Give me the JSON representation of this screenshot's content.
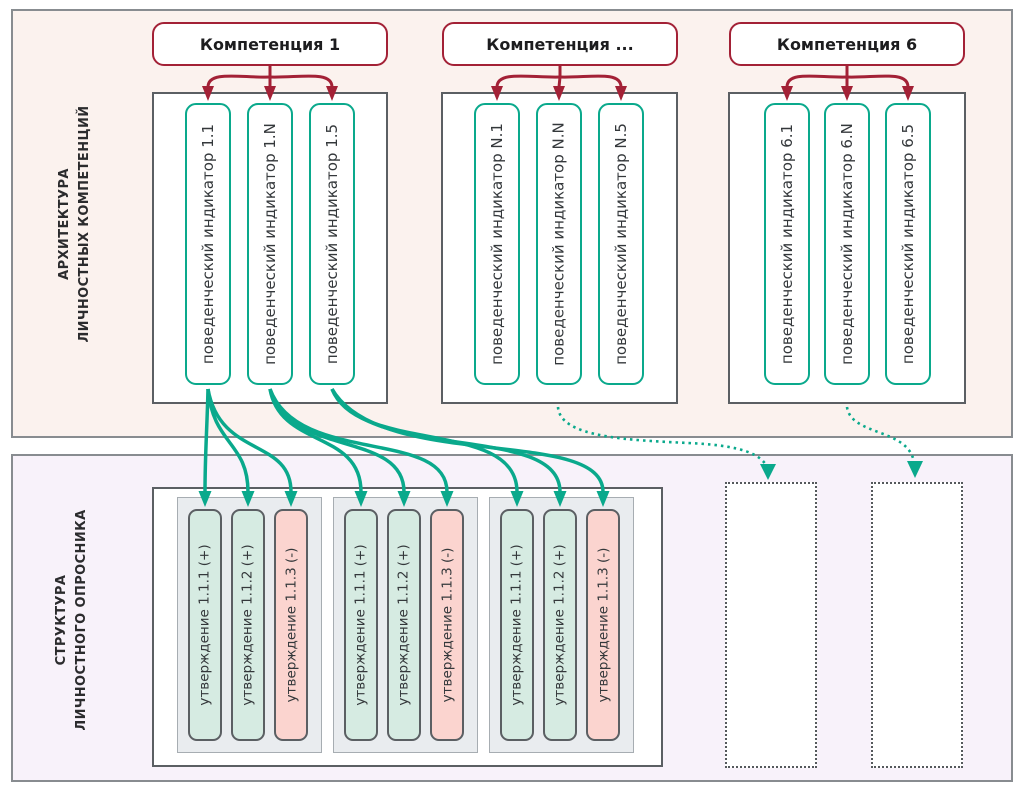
{
  "palette": {
    "red": "#a32136",
    "teal": "#0aa98c",
    "mint": "#d6ebe2",
    "pink": "#fbd4cf",
    "ink": "#34383b",
    "panel-pink": "#fbf2ee",
    "panel-lavender": "#f8f2fa",
    "panel-border": "#888c90",
    "box-border": "#5b5f63",
    "group-bg": "#e9ecef",
    "group-border": "#a7adb2"
  },
  "architecture_section": {
    "side_label_line1": "АРХИТЕКТУРА",
    "side_label_line2": "ЛИЧНОСТНЫХ КОМПЕТЕНЦИЙ",
    "competencies": [
      {
        "title": "Компетенция 1",
        "indicators": [
          "поведенческий индикатор 1.1",
          "поведенческий индикатор 1.N",
          "поведенческий индикатор 1.5"
        ]
      },
      {
        "title": "Компетенция ...",
        "indicators": [
          "поведенческий индикатор N.1",
          "поведенческий индикатор N.N",
          "поведенческий индикатор N.5"
        ]
      },
      {
        "title": "Компетенция 6",
        "indicators": [
          "поведенческий индикатор 6.1",
          "поведенческий индикатор 6.N",
          "поведенческий индикатор 6.5"
        ]
      }
    ]
  },
  "questionnaire_section": {
    "side_label_line1": "СТРУКТУРА",
    "side_label_line2": "ЛИЧНОСТНОГО ОПРОСНИКА",
    "statement_groups": [
      {
        "statements": [
          {
            "label": "утверждение 1.1.1 (+)",
            "polarity": "positive"
          },
          {
            "label": "утверждение 1.1.2 (+)",
            "polarity": "positive"
          },
          {
            "label": "утверждение 1.1.3 (-)",
            "polarity": "negative"
          }
        ]
      },
      {
        "statements": [
          {
            "label": "утверждение 1.1.1 (+)",
            "polarity": "positive"
          },
          {
            "label": "утверждение 1.1.2 (+)",
            "polarity": "positive"
          },
          {
            "label": "утверждение 1.1.3 (-)",
            "polarity": "negative"
          }
        ]
      },
      {
        "statements": [
          {
            "label": "утверждение 1.1.1 (+)",
            "polarity": "positive"
          },
          {
            "label": "утверждение 1.1.2 (+)",
            "polarity": "positive"
          },
          {
            "label": "утверждение 1.1.3 (-)",
            "polarity": "negative"
          }
        ]
      }
    ],
    "placeholder_box_count": 2
  },
  "connections": {
    "solid_arrows": [
      {
        "from": "индикатор 1.1",
        "to": "группа утверждений 1 (3 утверждения)"
      },
      {
        "from": "индикатор 1.N",
        "to": "группа утверждений 2 (3 утверждения)"
      },
      {
        "from": "индикатор 1.5",
        "to": "группа утверждений 3 (3 утверждения)"
      }
    ],
    "dotted_arrows": [
      {
        "from": "блок индикаторов N",
        "to": "пунктирный блок 1"
      },
      {
        "from": "блок индикаторов 6",
        "to": "пунктирный блок 2"
      }
    ]
  }
}
